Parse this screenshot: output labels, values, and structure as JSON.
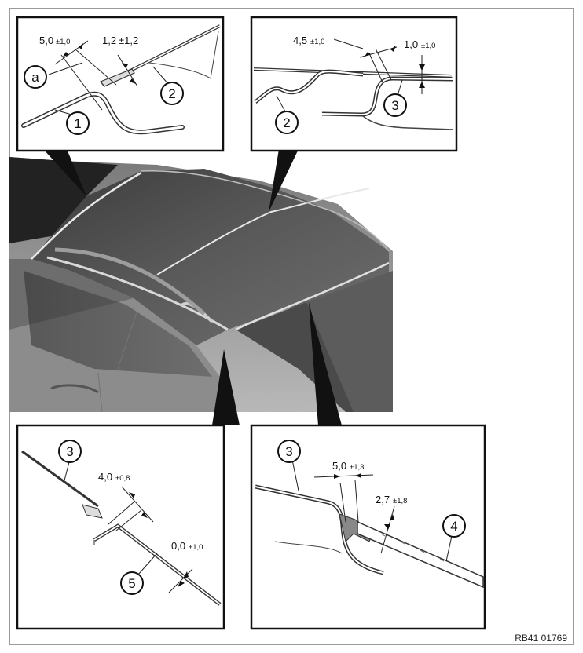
{
  "figure": {
    "reference_code": "RB41 01769"
  },
  "detail_top_left": {
    "dim_1": {
      "value": "5,0",
      "tolerance": "±1,0"
    },
    "dim_2": {
      "value": "1,2",
      "tolerance": "±1,2"
    },
    "callouts": [
      "a",
      "1",
      "2"
    ]
  },
  "detail_top_right": {
    "dim_1": {
      "value": "4,5",
      "tolerance": "±1,0"
    },
    "dim_2": {
      "value": "1,0",
      "tolerance": "±1,0"
    },
    "callouts": [
      "2",
      "3"
    ]
  },
  "detail_bottom_left": {
    "dim_1": {
      "value": "4,0",
      "tolerance": "±0,8"
    },
    "dim_2": {
      "value": "0,0",
      "tolerance": "±1,0"
    },
    "callouts": [
      "3",
      "5"
    ]
  },
  "detail_bottom_right": {
    "dim_1": {
      "value": "5,0",
      "tolerance": "±1,3"
    },
    "dim_2": {
      "value": "2,7",
      "tolerance": "±1,8"
    },
    "callouts": [
      "3",
      "4"
    ]
  }
}
